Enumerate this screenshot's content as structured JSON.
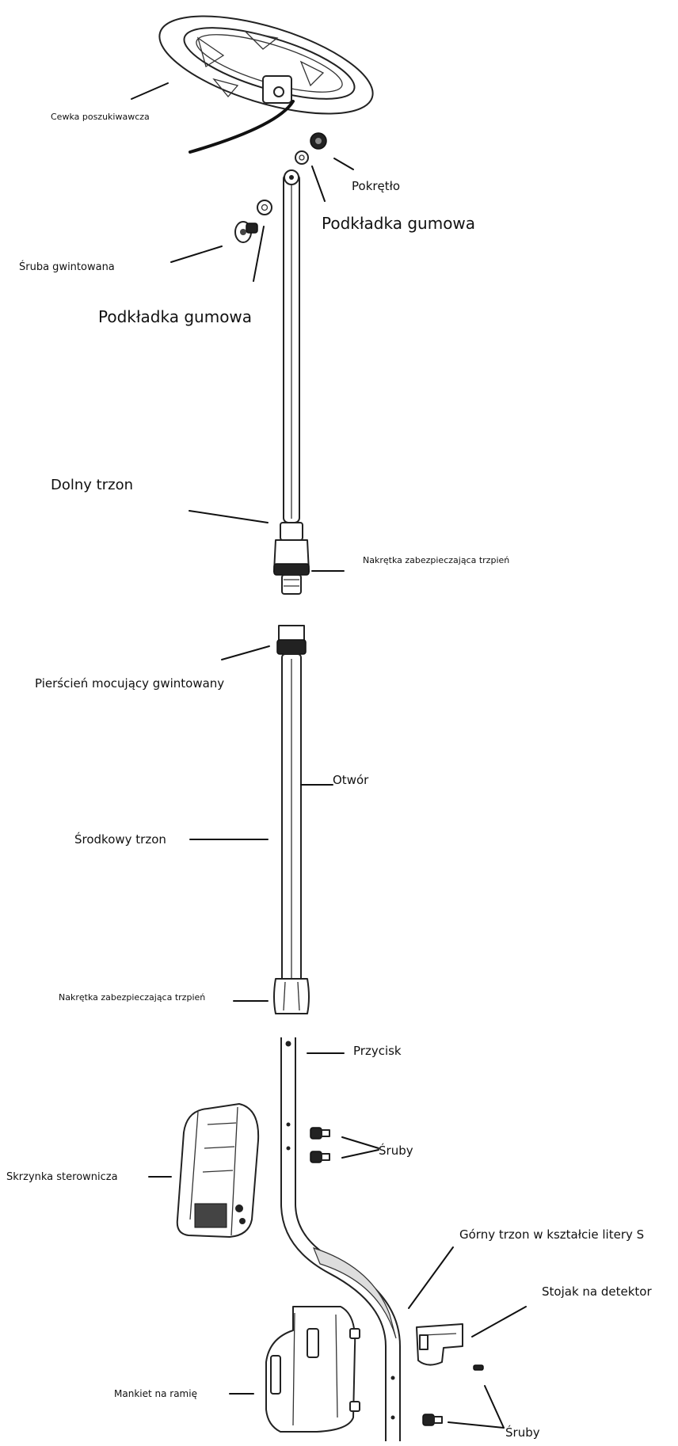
{
  "labels": {
    "coil": "Cewka poszukiwawcza",
    "knob": "Pokrętło",
    "washer_right": "Podkładka gumowa",
    "threaded_bolt": "Śruba gwintowana",
    "washer_left": "Podkładka gumowa",
    "lower_shaft": "Dolny trzon",
    "lock_nut_lower": "Nakrętka zabezpieczająca trzpień",
    "threaded_ring": "Pierścień mocujący gwintowany",
    "hole": "Otwór",
    "middle_shaft": "Środkowy trzon",
    "lock_nut_middle": "Nakrętka zabezpieczająca trzpień",
    "button": "Przycisk",
    "screws_upper": "Śruby",
    "control_box": "Skrzynka sterownicza",
    "upper_s_shaft": "Górny trzon w kształcie litery S",
    "detector_stand": "Stojak na detektor",
    "arm_cuff": "Mankiet na ramię",
    "screws_lower": "Śruby"
  }
}
